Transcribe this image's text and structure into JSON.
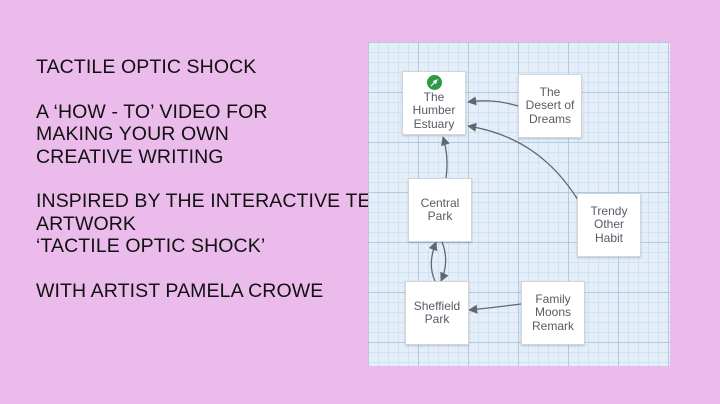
{
  "intro": {
    "lines": [
      "TACTILE OPTIC SHOCK",
      "",
      "A ‘HOW - TO’ VIDEO FOR",
      "MAKING YOUR OWN",
      "CREATIVE WRITING",
      "",
      "INSPIRED BY THE INTERACTIVE TEXT",
      "ARTWORK",
      "‘TACTILE OPTIC SHOCK’",
      "",
      "WITH ARTIST PAMELA CROWE"
    ]
  },
  "story_map": {
    "nodes": {
      "humber": {
        "label": "The\nHumber\nEstuary",
        "icon": "rocket-start-icon",
        "icon_color": "#2c9a47"
      },
      "desert": {
        "label": "The\nDesert of\nDreams"
      },
      "central": {
        "label": "Central\nPark"
      },
      "trendy": {
        "label": "Trendy\nOther\nHabit"
      },
      "sheffield": {
        "label": "Sheffield\nPark"
      },
      "family": {
        "label": "Family\nMoons\nRemark"
      }
    }
  },
  "colors": {
    "background": "#ebbbeb",
    "canvas": "#e3eef8",
    "arrow": "#5f6870",
    "node_text": "#555c63"
  }
}
